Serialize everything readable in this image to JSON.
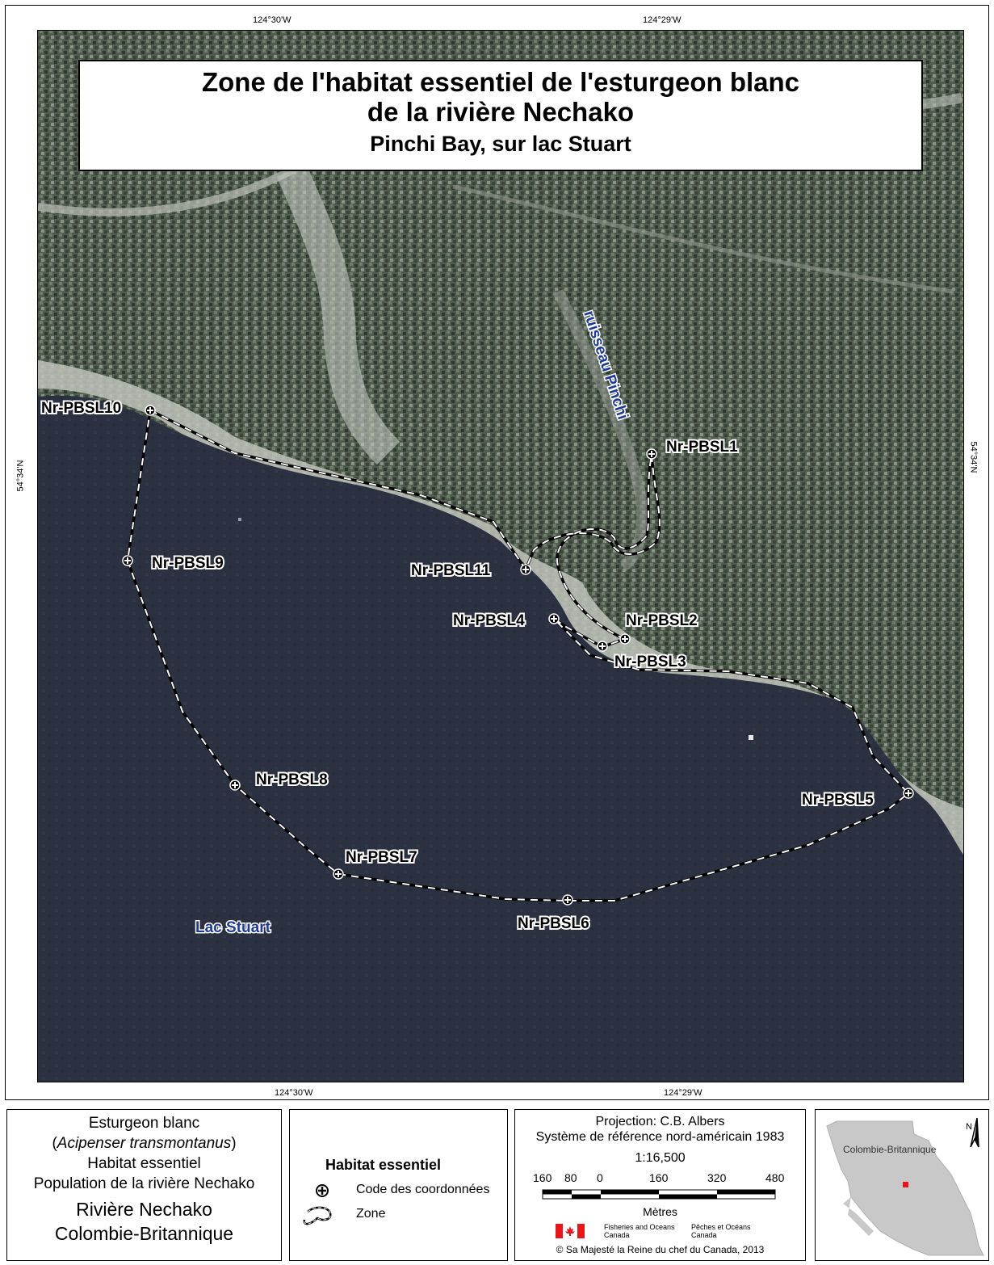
{
  "title": {
    "line1": "Zone de l'habitat essentiel de l'esturgeon blanc",
    "line2": "de la rivière Nechako",
    "subtitle": "Pinchi Bay, sur lac Stuart"
  },
  "graticule": {
    "top_left": "124°30'W",
    "top_right": "124°29'W",
    "bottom_left": "124°30'W",
    "bottom_right": "124°29'W",
    "left": "54°34'N",
    "right": "54°34'N"
  },
  "map_labels": {
    "stream": "ruisseau Pinchi",
    "lake": "Lac Stuart"
  },
  "points": [
    {
      "code": "Nr-PBSL1"
    },
    {
      "code": "Nr-PBSL2"
    },
    {
      "code": "Nr-PBSL3"
    },
    {
      "code": "Nr-PBSL4"
    },
    {
      "code": "Nr-PBSL5"
    },
    {
      "code": "Nr-PBSL6"
    },
    {
      "code": "Nr-PBSL7"
    },
    {
      "code": "Nr-PBSL8"
    },
    {
      "code": "Nr-PBSL9"
    },
    {
      "code": "Nr-PBSL10"
    },
    {
      "code": "Nr-PBSL11"
    }
  ],
  "info_panel": {
    "species": "Esturgeon blanc",
    "scientific_open": "(",
    "scientific": "Acipenser transmontanus",
    "scientific_close": ")",
    "line3": "Habitat essentiel",
    "line4": "Population de la rivière Nechako",
    "line5": "Rivière Nechako",
    "line6": "Colombie-Britannique"
  },
  "legend": {
    "title": "Habitat essentiel",
    "item1": "Code des coordonnées",
    "item2": "Zone"
  },
  "projection_panel": {
    "projection": "Projection: C.B. Albers",
    "datum": "Système de référence nord-américain 1983",
    "scale": "1:16,500",
    "ticks": [
      "160",
      "80",
      "0",
      "160",
      "320",
      "480"
    ],
    "units": "Mètres",
    "dfo_en_1": "Fisheries and Oceans",
    "dfo_en_2": "Canada",
    "dfo_fr_1": "Pêches et Océans",
    "dfo_fr_2": "Canada",
    "copyright": "© Sa Majesté la Reine du chef du Canada, 2013"
  },
  "inset": {
    "province": "Colombie-Britannique",
    "marker_color": "#e8161b"
  },
  "colors": {
    "water": "#2b3140",
    "land": "#4e5a4e",
    "shore": "#b8bcb4",
    "stream_label": "#1f3a93"
  }
}
